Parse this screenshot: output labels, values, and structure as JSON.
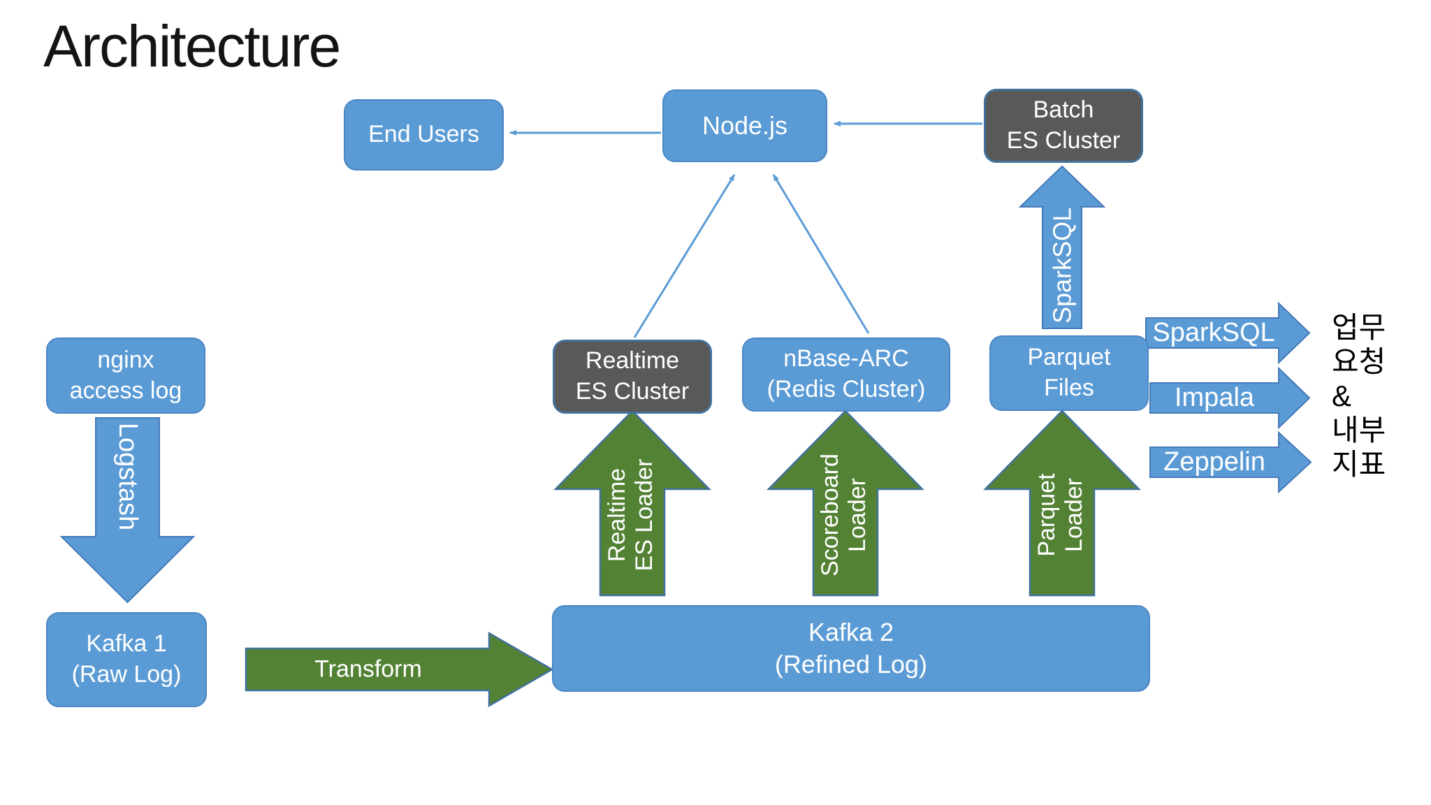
{
  "slide_title": "Architecture",
  "palette": {
    "box_blue": "#5B9BD5",
    "box_dark_gray": "#595959",
    "arrow_green": "#548235",
    "outline_blue": "#41719C",
    "connector_blue": "#5B9BD5",
    "text_white": "#FFFFFF",
    "title_black": "#141414"
  },
  "nodes": {
    "end_users": {
      "lines": [
        "End Users"
      ]
    },
    "node_js": {
      "lines": [
        "Node.js"
      ]
    },
    "batch_es_cluster": {
      "lines": [
        "Batch",
        "ES Cluster"
      ]
    },
    "nginx_access_log": {
      "lines": [
        "nginx",
        "access log"
      ]
    },
    "realtime_es_cluster": {
      "lines": [
        "Realtime",
        "ES Cluster"
      ]
    },
    "nbase_arc": {
      "lines": [
        "nBase-ARC",
        "(Redis Cluster)"
      ]
    },
    "parquet_files": {
      "lines": [
        "Parquet",
        "Files"
      ]
    },
    "kafka_1": {
      "lines": [
        "Kafka 1",
        "(Raw Log)"
      ]
    },
    "kafka_2": {
      "lines": [
        "Kafka 2",
        "(Refined Log)"
      ]
    }
  },
  "arrows": {
    "logstash": {
      "label": "Logstash",
      "direction": "down"
    },
    "transform": {
      "label": "Transform",
      "direction": "right"
    },
    "realtime_es_loader": {
      "lines": [
        "Realtime",
        "ES Loader"
      ],
      "direction": "up"
    },
    "scoreboard_loader": {
      "lines": [
        "Scoreboard",
        "Loader"
      ],
      "direction": "up"
    },
    "parquet_loader": {
      "lines": [
        "Parquet",
        "Loader"
      ],
      "direction": "up"
    },
    "sparksql_vertical": {
      "label": "SparkSQL",
      "direction": "up"
    },
    "sparksql_right": {
      "label": "SparkSQL",
      "direction": "right"
    },
    "impala_right": {
      "label": "Impala",
      "direction": "right"
    },
    "zeppelin_right": {
      "label": "Zeppelin",
      "direction": "right"
    }
  },
  "connectors": {
    "nodejs_to_endusers": "Node.js to End Users",
    "batch_to_nodejs": "Batch ES Cluster to Node.js",
    "realtime_to_nodejs": "Realtime ES Cluster to Node.js",
    "nbase_to_nodejs": "nBase-ARC to Node.js"
  },
  "annotation": {
    "lines": [
      "업무",
      "요청",
      "&",
      "내부",
      "지표"
    ]
  }
}
